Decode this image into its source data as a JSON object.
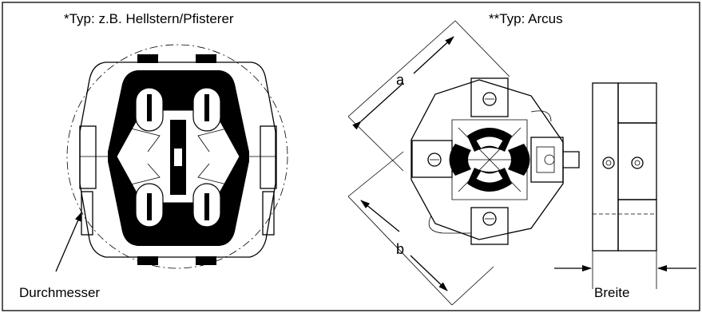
{
  "labels": {
    "type_left": "*Typ: z.B. Hellstern/Pfisterer",
    "type_right": "**Typ: Arcus",
    "diameter": "Durchmesser",
    "dim_a": "a",
    "dim_b": "b",
    "width": "Breite"
  }
}
